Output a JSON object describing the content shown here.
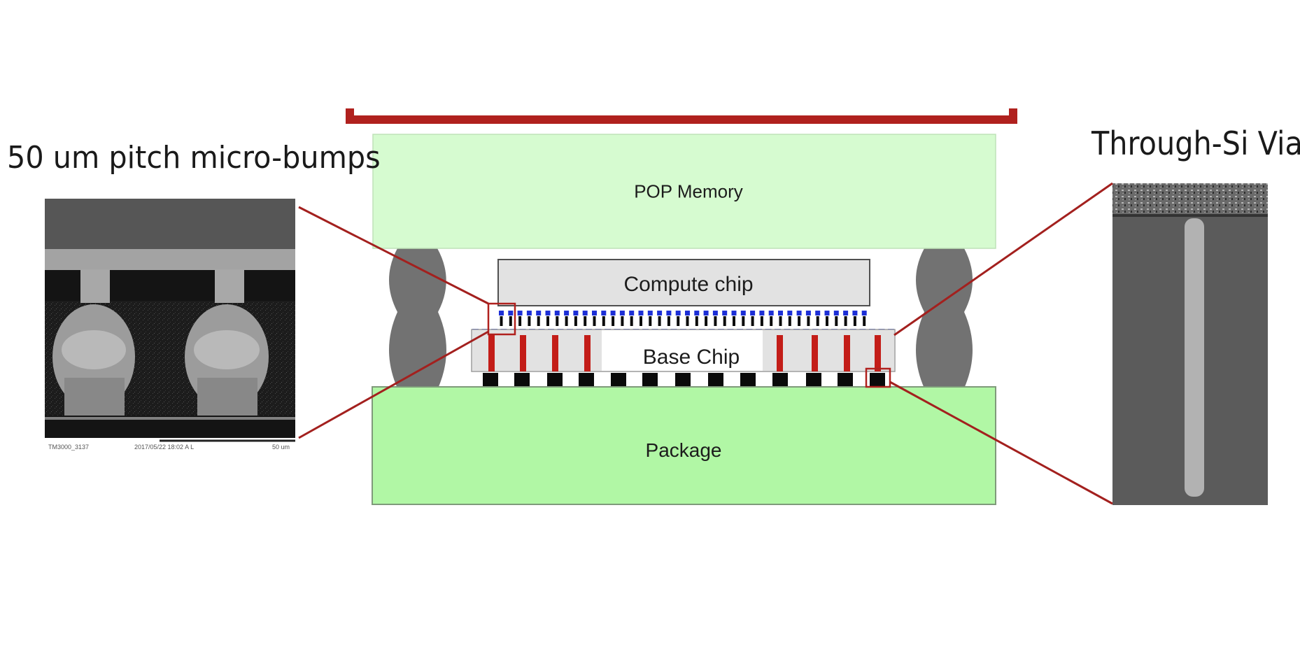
{
  "captions": {
    "left": "50 um pitch micro-bumps",
    "right": "Through-Si Via"
  },
  "blocks": {
    "pop_memory": "POP Memory",
    "compute_chip": "Compute chip",
    "base_chip": "Base Chip",
    "package": "Package"
  },
  "sem_image": {
    "id": "TM3000_3137",
    "date": "2017/05/22  18:02 A L",
    "scale": "50 um"
  },
  "colors": {
    "bracket": "#b0211e",
    "callout_line": "#a3201e",
    "pop_memory_fill": "#d6fbd0",
    "package_fill": "#b1f7a5",
    "chip_fill": "#e2e2e2",
    "tsv_red": "#c31d18",
    "microbump_blue": "#1d2fd6",
    "bga_black": "#0a0a0a",
    "solder_ball_gray": "#727272"
  }
}
